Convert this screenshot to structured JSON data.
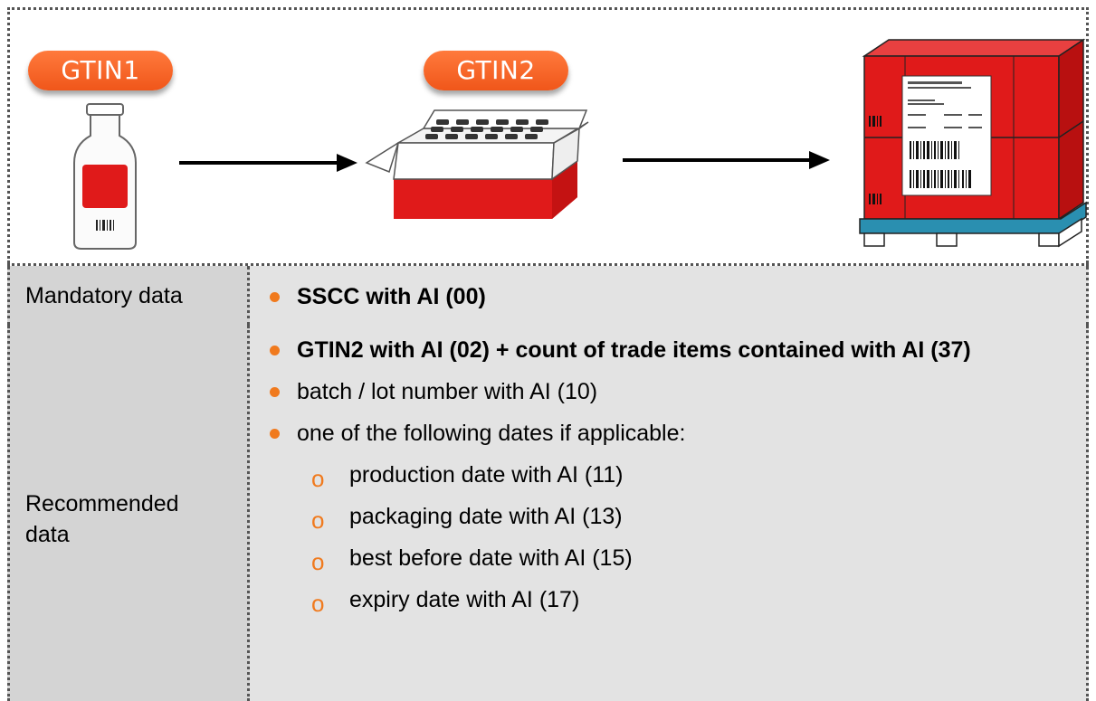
{
  "illustration": {
    "items": [
      {
        "name": "bottle",
        "label": "GTIN1"
      },
      {
        "name": "case",
        "label": "GTIN2"
      },
      {
        "name": "pallet"
      }
    ],
    "colors": {
      "label_pill": "#f0561a",
      "package_red": "#e01a1a",
      "pallet_blue": "#2a8fb0",
      "bullet_orange": "#f07a1e"
    }
  },
  "table": {
    "mandatory": {
      "label": "Mandatory data",
      "items": [
        "SSCC with AI (00)"
      ]
    },
    "recommended": {
      "label_line1": "Recommended",
      "label_line2": "data",
      "item1": "GTIN2 with AI (02) + count of trade items contained with AI (37)",
      "item2": "batch / lot number with AI (10)",
      "item3": "one of the following dates if applicable:",
      "subitems": [
        "production date with AI (11)",
        "packaging date with AI (13)",
        "best before date with AI (15)",
        "expiry date with AI (17)"
      ]
    }
  }
}
